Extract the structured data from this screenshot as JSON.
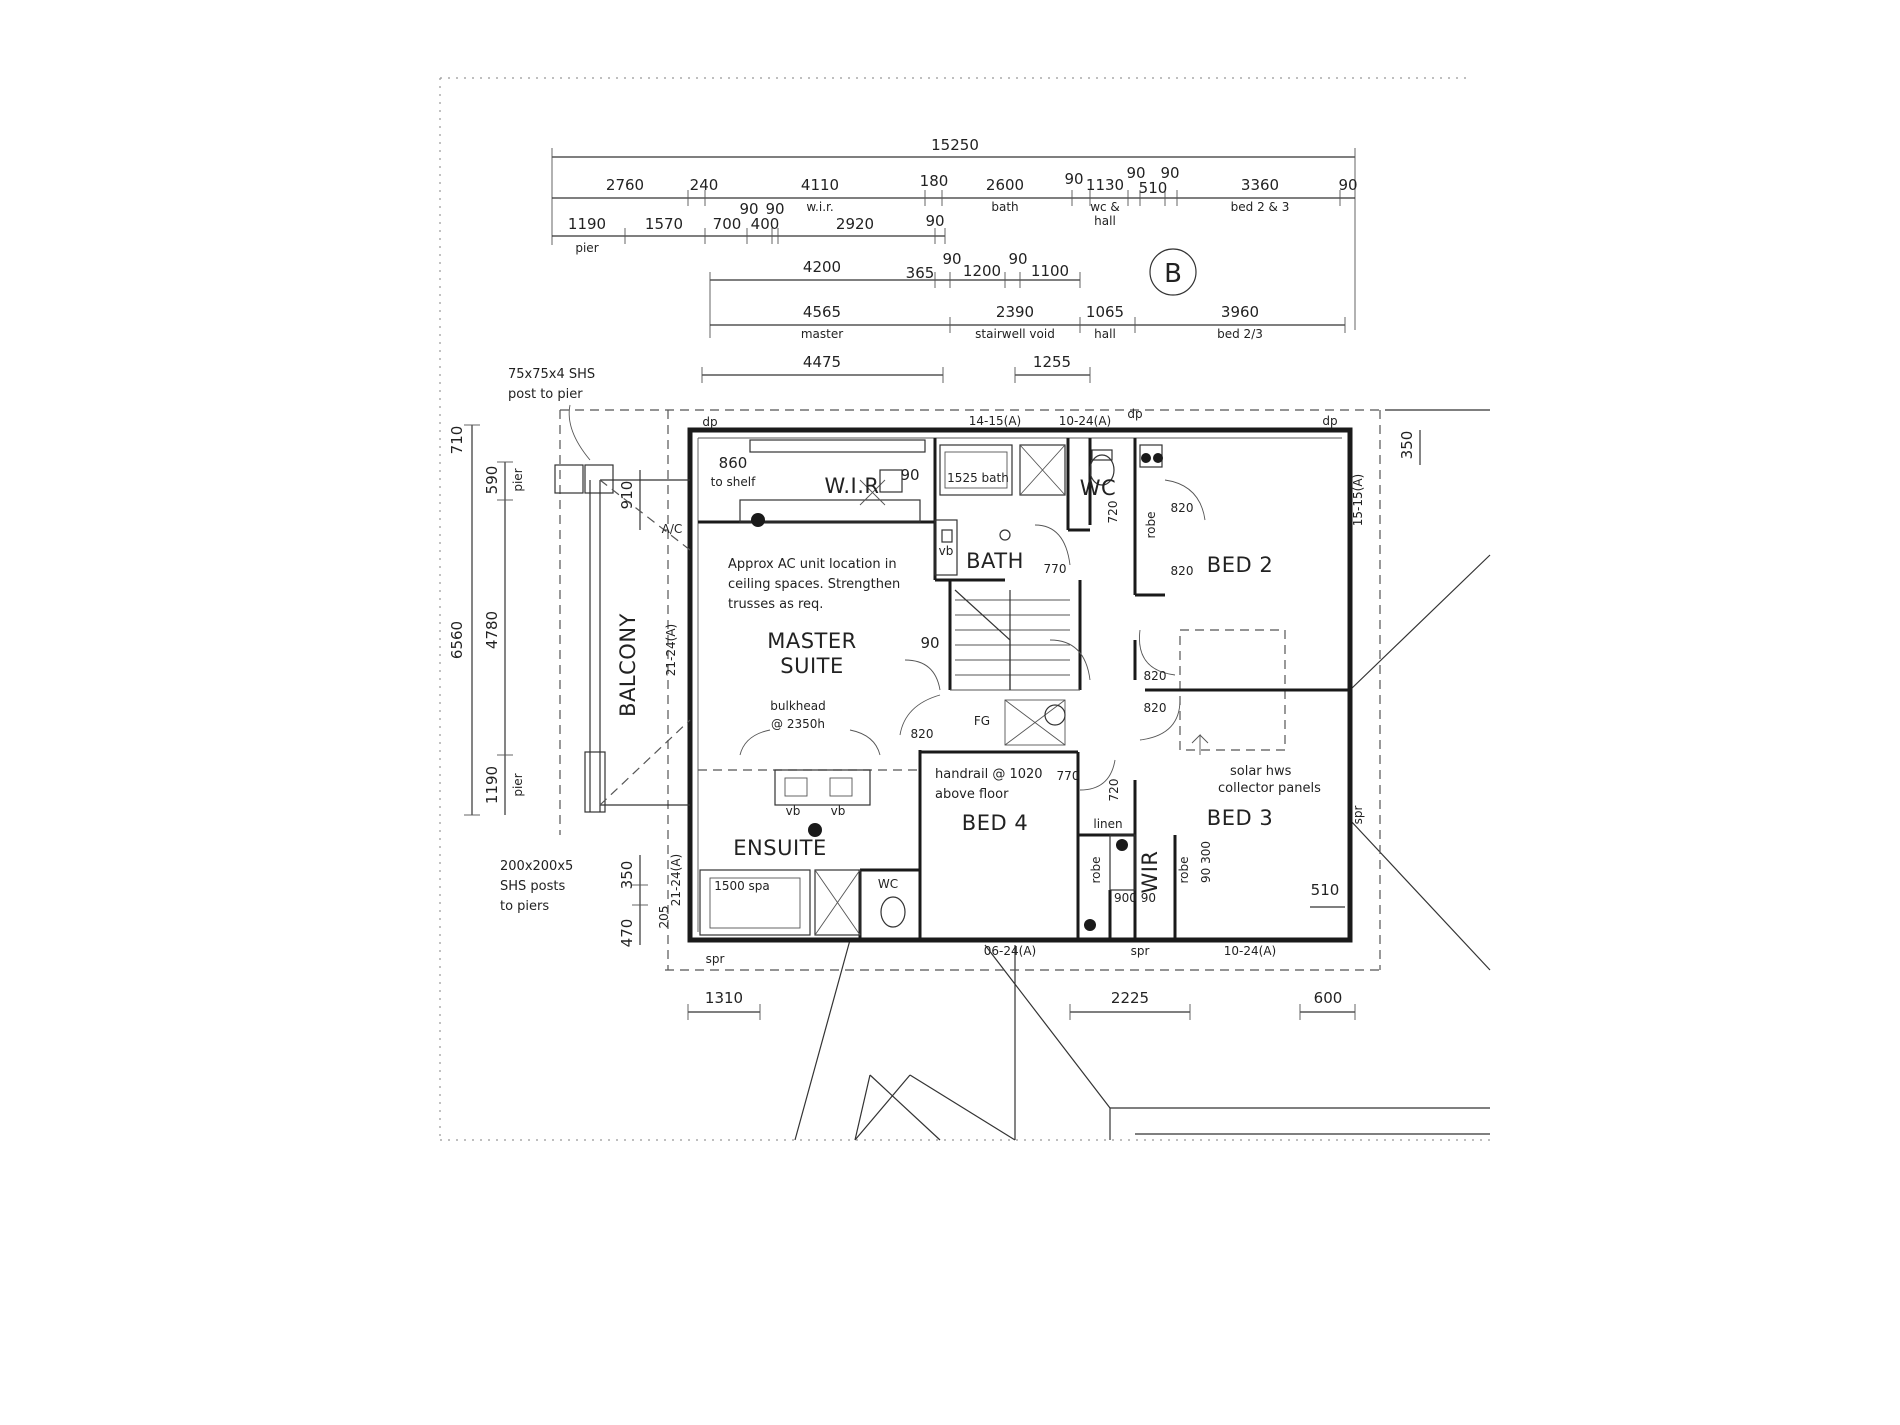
{
  "marker": "B",
  "dimensions": {
    "overall": "15250",
    "row1": [
      "2760",
      "240",
      "4110",
      "180",
      "2600",
      "90",
      "1130",
      "90",
      "510",
      "90",
      "3360",
      "90"
    ],
    "row1_sub": [
      "w.i.r.",
      "bath",
      "wc &",
      "hall",
      "bed 2 & 3"
    ],
    "row2": [
      "1190",
      "1570",
      "700",
      "90",
      "90",
      "400",
      "2920",
      "90"
    ],
    "row2_sub": [
      "pier"
    ],
    "row3": [
      "4200",
      "365",
      "90",
      "1200",
      "90",
      "1100"
    ],
    "row4": [
      "4565",
      "2390",
      "1065",
      "3960"
    ],
    "row4_sub": [
      "master",
      "stairwell void",
      "hall",
      "bed 2/3"
    ],
    "row5": [
      "4475",
      "1255"
    ],
    "left": [
      "710",
      "590",
      "910",
      "6560",
      "4780",
      "1190",
      "350",
      "205",
      "470"
    ],
    "left_sub": [
      "pier",
      "pier"
    ],
    "right": [
      "350",
      "15-15(A)",
      "510"
    ],
    "bottom": [
      "1310",
      "2225",
      "600"
    ],
    "top_windows": [
      "14-15(A)",
      "10-24(A)",
      "dp",
      "dp",
      "dp"
    ],
    "bottom_windows": [
      "06-24(A)",
      "10-24(A)",
      "spr"
    ],
    "side_windows": [
      "21-24(A)",
      "21-24(A)"
    ]
  },
  "rooms": {
    "wir": "W.I.R",
    "bath": "BATH",
    "wc": "WC",
    "bed2": "BED 2",
    "master_line1": "MASTER",
    "master_line2": "SUITE",
    "balcony": "BALCONY",
    "bed4": "BED 4",
    "bed3": "BED 3",
    "ensuite": "ENSUITE",
    "wir2": "WIR",
    "wc2": "WC"
  },
  "annotations": {
    "post_line1": "75x75x4 SHS",
    "post_line2": "post to pier",
    "posts_line1": "200x200x5",
    "posts_line2": "SHS posts",
    "posts_line3": "to piers",
    "ac_line1": "Approx AC unit location in",
    "ac_line2": "ceiling spaces. Strengthen",
    "ac_line3": "trusses as req.",
    "shelf1": "860",
    "shelf2": "to shelf",
    "bath_fixture": "1525 bath",
    "bulkhead1": "bulkhead",
    "bulkhead2": "@ 2350h",
    "handrail1": "handrail @ 1020",
    "handrail2": "above floor",
    "solar1": "solar hws",
    "solar2": "collector panels",
    "shower": "1500 spa",
    "vb1": "vb",
    "vb2": "vb",
    "vb3": "vb",
    "robe1": "robe",
    "robe2": "robe",
    "robe3": "robe",
    "linen": "linen",
    "door_770a": "770",
    "door_770b": "770",
    "door_820a": "820",
    "door_820b": "820",
    "door_820c": "820",
    "door_820d": "820",
    "door_820e": "820",
    "door_720a": "720",
    "door_720b": "720",
    "door_90a": "90",
    "door_90b": "90",
    "dim_90_300": "90 300",
    "dim_900_90": "900 90",
    "ac": "A/C",
    "fg": "FG",
    "spr": "spr",
    "spr2": "spr"
  }
}
